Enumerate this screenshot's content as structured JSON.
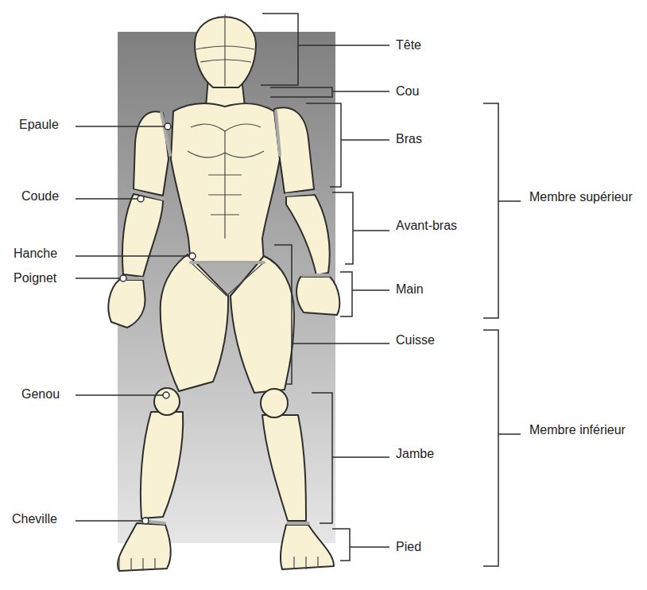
{
  "diagram": {
    "labels": [
      "Tête",
      "Cou",
      "Bras",
      "Avant-bras",
      "Main",
      "Membre supérieur",
      "Cuisse",
      "Jambe",
      "Pied",
      "Membre inférieur",
      "Epaule",
      "Coude",
      "Hanche",
      "Poignet",
      "Genou",
      "Cheville"
    ]
  }
}
